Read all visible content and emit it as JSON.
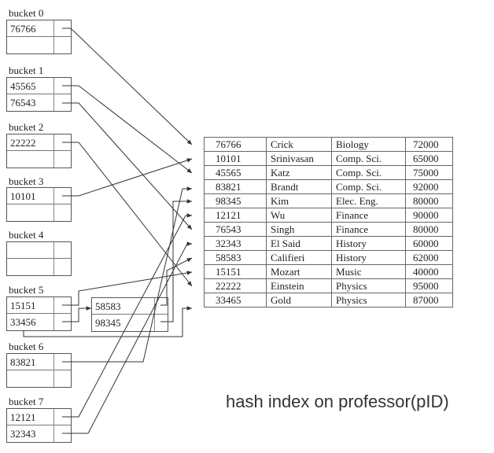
{
  "buckets": [
    {
      "label": "bucket 0",
      "entries": [
        "76766",
        ""
      ]
    },
    {
      "label": "bucket 1",
      "entries": [
        "45565",
        "76543"
      ]
    },
    {
      "label": "bucket 2",
      "entries": [
        "22222",
        ""
      ]
    },
    {
      "label": "bucket 3",
      "entries": [
        "10101",
        ""
      ]
    },
    {
      "label": "bucket 4",
      "entries": [
        "",
        ""
      ]
    },
    {
      "label": "bucket 5",
      "entries": [
        "15151",
        "33456"
      ]
    },
    {
      "label": "bucket 6",
      "entries": [
        "83821",
        ""
      ]
    },
    {
      "label": "bucket 7",
      "entries": [
        "12121",
        "32343"
      ]
    }
  ],
  "overflow_bucket": {
    "entries": [
      "58583",
      "98345"
    ]
  },
  "records": [
    [
      "76766",
      "Crick",
      "Biology",
      "72000"
    ],
    [
      "10101",
      "Srinivasan",
      "Comp. Sci.",
      "65000"
    ],
    [
      "45565",
      "Katz",
      "Comp. Sci.",
      "75000"
    ],
    [
      "83821",
      "Brandt",
      "Comp. Sci.",
      "92000"
    ],
    [
      "98345",
      "Kim",
      "Elec. Eng.",
      "80000"
    ],
    [
      "12121",
      "Wu",
      "Finance",
      "90000"
    ],
    [
      "76543",
      "Singh",
      "Finance",
      "80000"
    ],
    [
      "32343",
      "El Said",
      "History",
      "60000"
    ],
    [
      "58583",
      "Califieri",
      "History",
      "62000"
    ],
    [
      "15151",
      "Mozart",
      "Music",
      "40000"
    ],
    [
      "22222",
      "Einstein",
      "Physics",
      "95000"
    ],
    [
      "33465",
      "Gold",
      "Physics",
      "87000"
    ]
  ],
  "caption": "hash index on professor(pID)",
  "colors": {
    "line": "#333333",
    "border": "#555555"
  }
}
